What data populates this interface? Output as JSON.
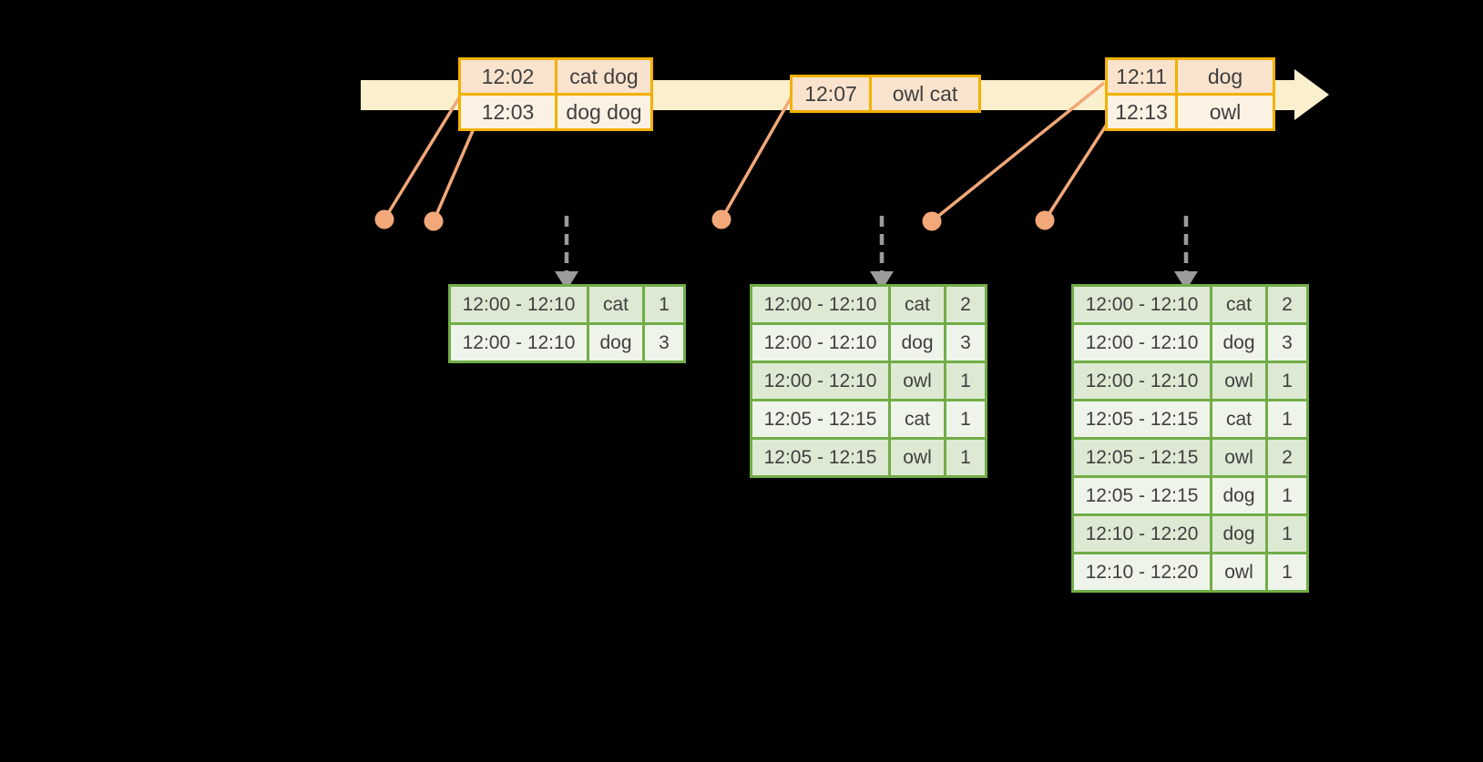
{
  "colors": {
    "timeline_fill": "#FBF0CD",
    "event_border": "#F2B100",
    "event_row_odd": "#FAE3CD",
    "event_row_even": "#FCF2E4",
    "result_border": "#71AD47",
    "result_row_odd": "#DEE9D3",
    "result_row_even": "#EEF4EA",
    "connector": "#F2A878",
    "trigger_arrow": "#9B9B9B",
    "text": "#3F3F3F"
  },
  "icons": {
    "timeline_arrowhead": "right-arrow",
    "trigger_arrow": "dashed-down-arrow",
    "event_dot": "circle"
  },
  "event_tables": [
    {
      "rows": [
        {
          "time": "12:02",
          "words": "cat dog"
        },
        {
          "time": "12:03",
          "words": "dog dog"
        }
      ]
    },
    {
      "rows": [
        {
          "time": "12:07",
          "words": "owl cat"
        }
      ]
    },
    {
      "rows": [
        {
          "time": "12:11",
          "words": "dog"
        },
        {
          "time": "12:13",
          "words": "owl"
        }
      ]
    }
  ],
  "result_tables": [
    {
      "rows": [
        [
          "12:00 - 12:10",
          "cat",
          "1"
        ],
        [
          "12:00 - 12:10",
          "dog",
          "3"
        ]
      ]
    },
    {
      "rows": [
        [
          "12:00 - 12:10",
          "cat",
          "2"
        ],
        [
          "12:00 - 12:10",
          "dog",
          "3"
        ],
        [
          "12:00 - 12:10",
          "owl",
          "1"
        ],
        [
          "12:05 - 12:15",
          "cat",
          "1"
        ],
        [
          "12:05 - 12:15",
          "owl",
          "1"
        ]
      ]
    },
    {
      "rows": [
        [
          "12:00 - 12:10",
          "cat",
          "2"
        ],
        [
          "12:00 - 12:10",
          "dog",
          "3"
        ],
        [
          "12:00 - 12:10",
          "owl",
          "1"
        ],
        [
          "12:05 - 12:15",
          "cat",
          "1"
        ],
        [
          "12:05 - 12:15",
          "owl",
          "2"
        ],
        [
          "12:05 - 12:15",
          "dog",
          "1"
        ],
        [
          "12:10 - 12:20",
          "dog",
          "1"
        ],
        [
          "12:10 - 12:20",
          "owl",
          "1"
        ]
      ]
    }
  ]
}
